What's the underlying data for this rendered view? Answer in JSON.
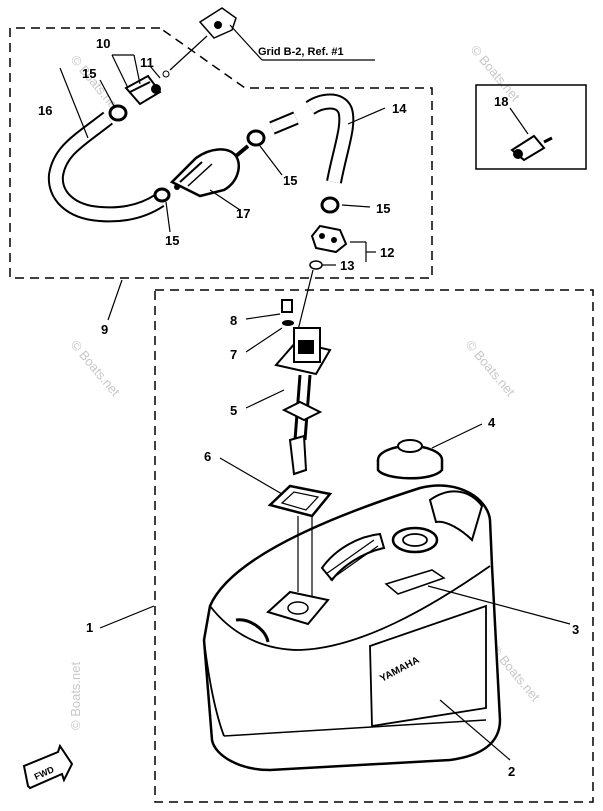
{
  "grid_reference": "Grid B-2, Ref. #1",
  "watermark": "© Boats.net",
  "brand_mark": "YAMAHA",
  "fwd_label": "FWD",
  "callouts": {
    "p1": "1",
    "p2": "2",
    "p3": "3",
    "p4": "4",
    "p5": "5",
    "p6": "6",
    "p7": "7",
    "p8": "8",
    "p9": "9",
    "p10": "10",
    "p11": "11",
    "p12": "12",
    "p13": "13",
    "p14": "14",
    "p15a": "15",
    "p15b": "15",
    "p15c": "15",
    "p15d": "15",
    "p16": "16",
    "p17": "17",
    "p18": "18"
  }
}
